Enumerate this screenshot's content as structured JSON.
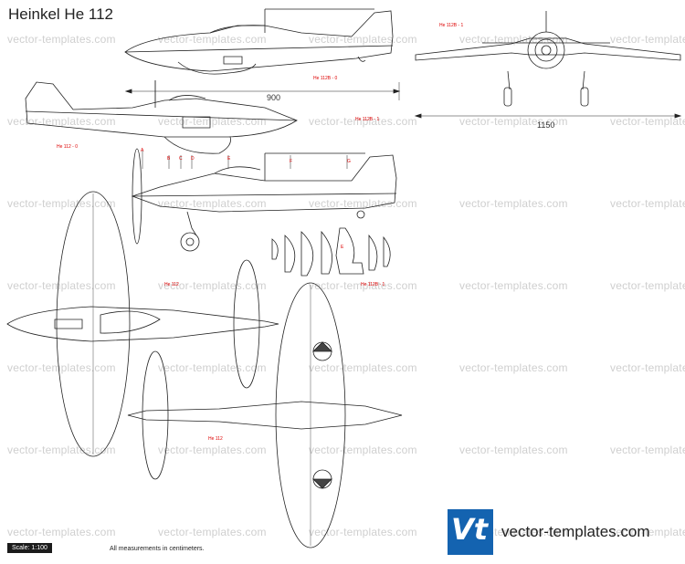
{
  "title": "Heinkel He 112",
  "watermark": "vector-templates.com",
  "view_labels": {
    "side_top": "He 112B - 1",
    "side_second": "He 112B - 0",
    "side_second_alt": "He 112B - 1",
    "side_left_small": "He 112 - 0",
    "front": "He 112B - 1",
    "plan_top": "He 112",
    "plan_top_right": "He 112B - 1",
    "plan_bottom": "He 112"
  },
  "station_letters": [
    "A",
    "B",
    "C",
    "D",
    "E",
    "F",
    "G"
  ],
  "section_letter": "E",
  "dimensions": {
    "length": "900",
    "span": "1150"
  },
  "scale_label": "Scale: 1:100",
  "measurement_note": "All measurements in centimeters.",
  "brand": "vector-templates.com",
  "logo_text": "Vt"
}
